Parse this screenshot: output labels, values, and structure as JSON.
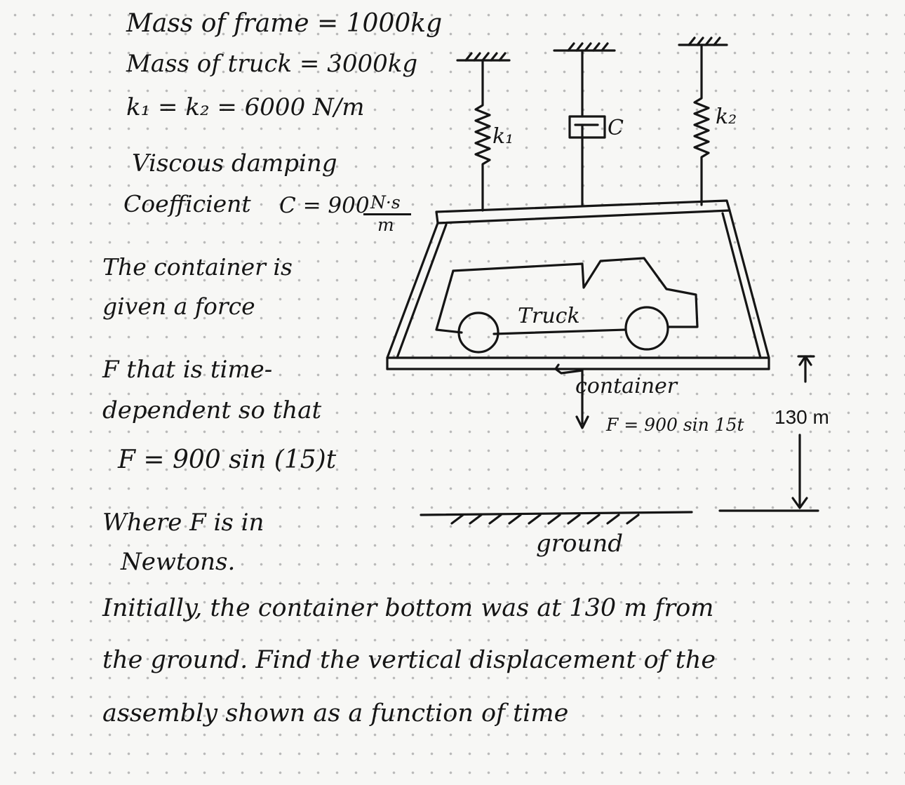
{
  "given": {
    "line1": "Mass of frame = 1000kg",
    "line2": "Mass of truck = 3000kg",
    "line3": "k₁ = k₂ = 6000 N/m",
    "damping_line1": "Viscous damping",
    "damping_prefix": "Coefficient",
    "damping_eq": "C = 900",
    "damping_unit_num": "N·s",
    "damping_unit_den": "m"
  },
  "description": {
    "line1": "The container is",
    "line2": "given a force",
    "line3": "F that is time-",
    "line4": "dependent so that",
    "formula": "F = 900 sin (15)t",
    "line5": "Where F is in",
    "line6": "Newtons."
  },
  "question": {
    "line1": "Initially, the container bottom was at 130 m from",
    "line2": "the ground. Find the vertical displacement of the",
    "line3": "assembly shown as a function of time"
  },
  "diagram": {
    "spring1_label": "k₁",
    "damper_label": "C",
    "spring2_label": "k₂",
    "truck_label": "Truck",
    "container_label": "container",
    "force_label": "F = 900 sin 15t",
    "height_label": "130 m",
    "ground_label": "ground"
  }
}
